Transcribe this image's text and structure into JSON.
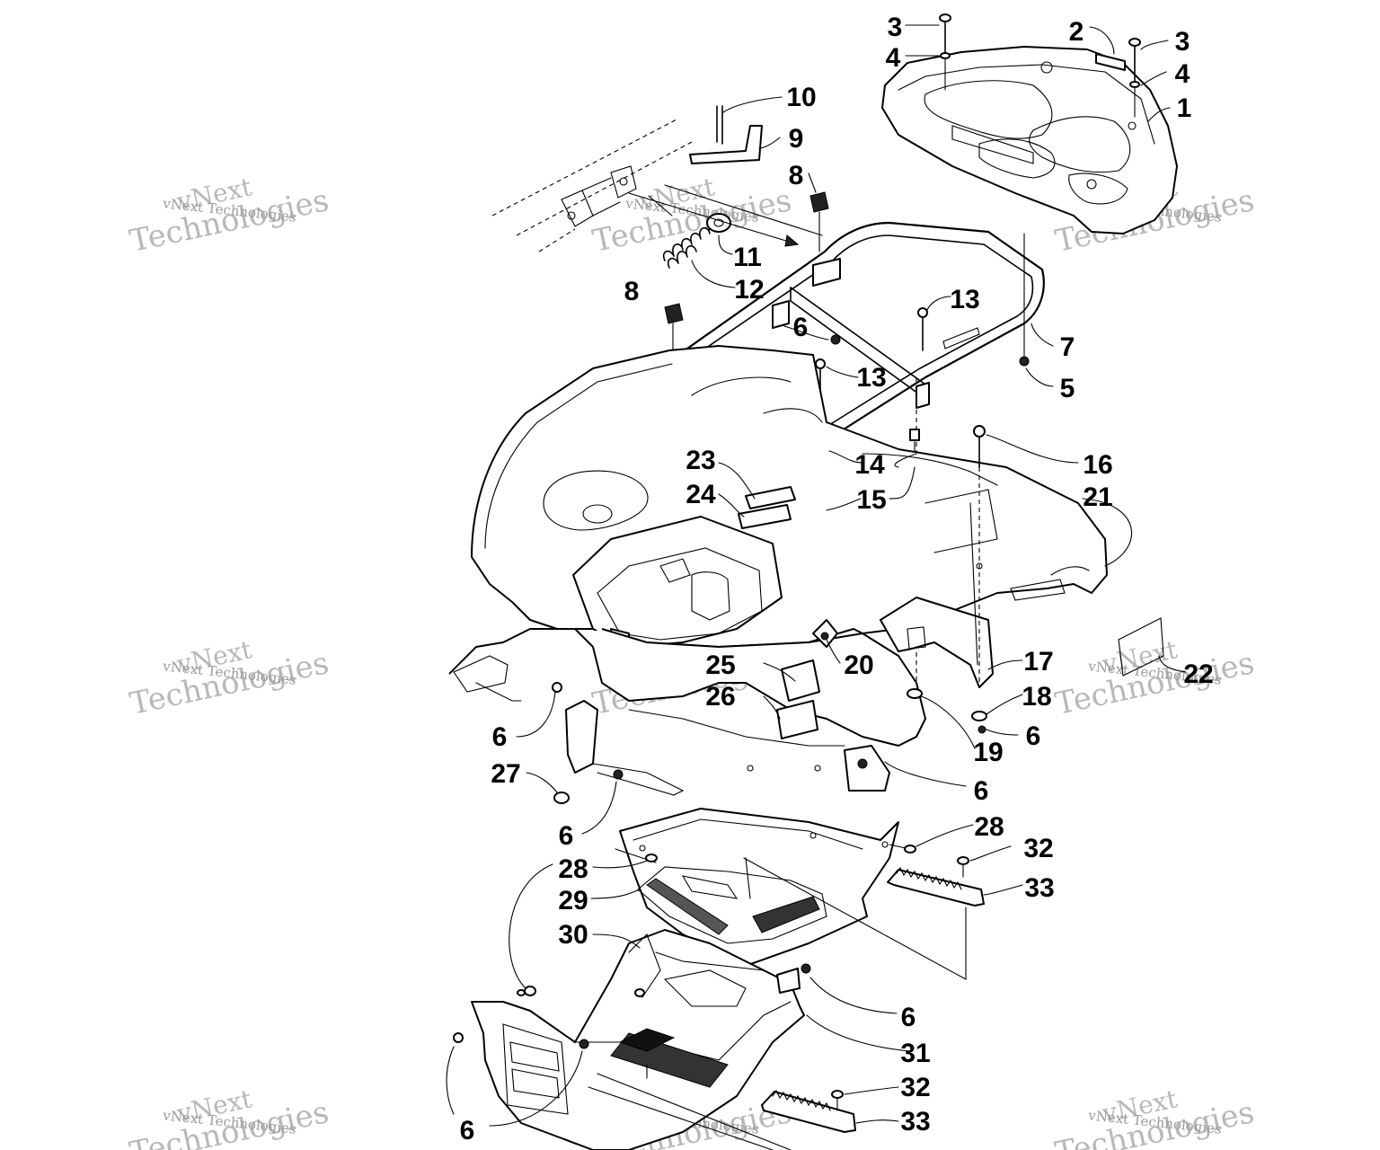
{
  "diagram": {
    "watermark": {
      "line1": "vNext",
      "line2": "Technologies",
      "small": "vNext Technologies"
    },
    "callouts": [
      {
        "label": "3"
      },
      {
        "label": "4"
      },
      {
        "label": "2"
      },
      {
        "label": "3"
      },
      {
        "label": "4"
      },
      {
        "label": "1"
      },
      {
        "label": "10"
      },
      {
        "label": "9"
      },
      {
        "label": "8"
      },
      {
        "label": "11"
      },
      {
        "label": "12"
      },
      {
        "label": "8"
      },
      {
        "label": "13"
      },
      {
        "label": "6"
      },
      {
        "label": "7"
      },
      {
        "label": "13"
      },
      {
        "label": "5"
      },
      {
        "label": "16"
      },
      {
        "label": "23"
      },
      {
        "label": "14"
      },
      {
        "label": "24"
      },
      {
        "label": "15"
      },
      {
        "label": "21"
      },
      {
        "label": "17"
      },
      {
        "label": "25"
      },
      {
        "label": "20"
      },
      {
        "label": "22"
      },
      {
        "label": "26"
      },
      {
        "label": "18"
      },
      {
        "label": "6"
      },
      {
        "label": "6"
      },
      {
        "label": "19"
      },
      {
        "label": "27"
      },
      {
        "label": "6"
      },
      {
        "label": "6"
      },
      {
        "label": "28"
      },
      {
        "label": "32"
      },
      {
        "label": "28"
      },
      {
        "label": "33"
      },
      {
        "label": "29"
      },
      {
        "label": "30"
      },
      {
        "label": "6"
      },
      {
        "label": "31"
      },
      {
        "label": "32"
      },
      {
        "label": "6"
      },
      {
        "label": "33"
      }
    ]
  }
}
